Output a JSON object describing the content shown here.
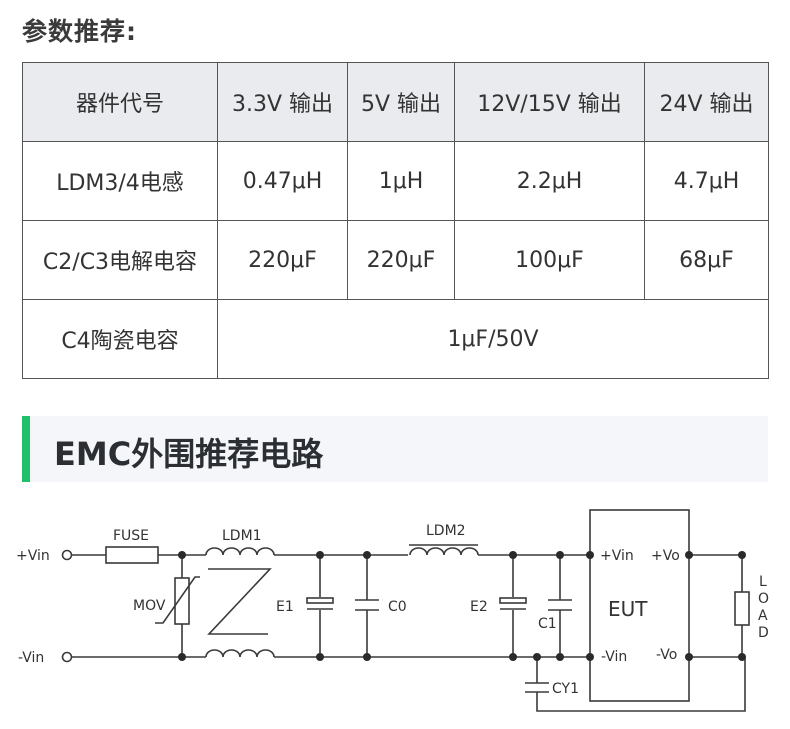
{
  "page": {
    "params_title": "参数推荐:",
    "section_title": "EMC外围推荐电路",
    "accent_color": "#1ec168"
  },
  "table": {
    "headers": [
      "器件代号",
      "3.3V 输出",
      "5V 输出",
      "12V/15V 输出",
      "24V 输出"
    ],
    "rows": [
      [
        "LDM3/4电感",
        "0.47μH",
        "1μH",
        "2.2μH",
        "4.7μH"
      ],
      [
        "C2/C3电解电容",
        "220μF",
        "220μF",
        "100μF",
        "68μF"
      ],
      [
        "C4陶瓷电容",
        "1μF/50V"
      ]
    ]
  },
  "circuit": {
    "labels": {
      "vin_pos": "+Vin",
      "vin_neg": "-Vin",
      "fuse": "FUSE",
      "mov": "MOV",
      "ldm1": "LDM1",
      "ldm2": "LDM2",
      "e1": "E1",
      "c0": "C0",
      "e2": "E2",
      "c1": "C1",
      "cy1": "CY1",
      "eut": "EUT",
      "eut_vin_pos": "+Vin",
      "eut_vin_neg": "-Vin",
      "eut_vo_pos": "+Vo",
      "eut_vo_neg": "-Vo",
      "load": [
        "L",
        "O",
        "A",
        "D"
      ]
    }
  }
}
